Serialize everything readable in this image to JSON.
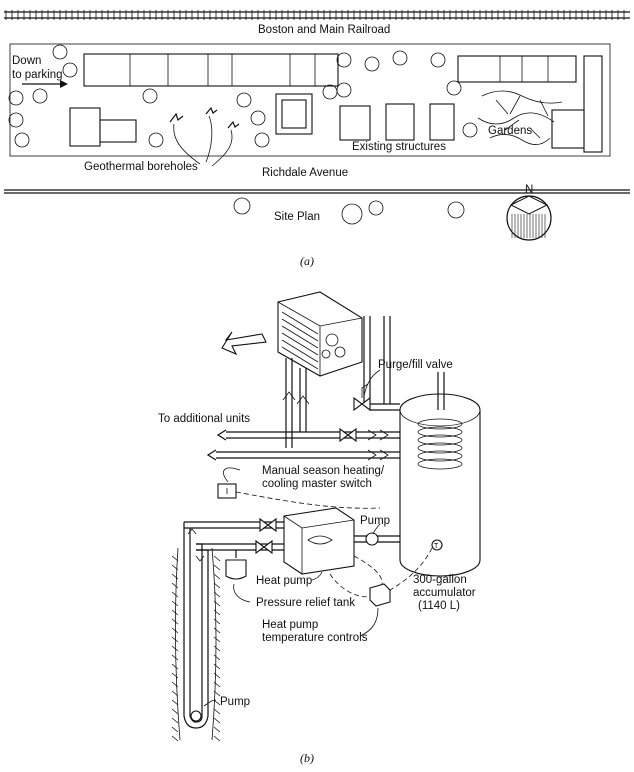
{
  "site_plan": {
    "railroad_label": "Boston and Main Railroad",
    "parking_label_1": "Down",
    "parking_label_2": "to parking",
    "gardens_label": "Gardens",
    "boreholes_label": "Geothermal boreholes",
    "existing_label": "Existing structures",
    "avenue_label": "Richdale Avenue",
    "plan_title": "Site Plan",
    "north_label": "N",
    "caption": "(a)"
  },
  "system": {
    "purge_valve": "Purge/fill valve",
    "additional_units": "To additional units",
    "switch_1": "Manual season heating/",
    "switch_2": "cooling master switch",
    "pump_top": "Pump",
    "heat_pump": "Heat pump",
    "accum_1": "300-gallon",
    "accum_2": "accumulator",
    "accum_3": "(1140 L)",
    "relief_tank": "Pressure relief tank",
    "controls_1": "Heat pump",
    "controls_2": "temperature controls",
    "pump_bottom": "Pump",
    "caption": "(b)"
  }
}
